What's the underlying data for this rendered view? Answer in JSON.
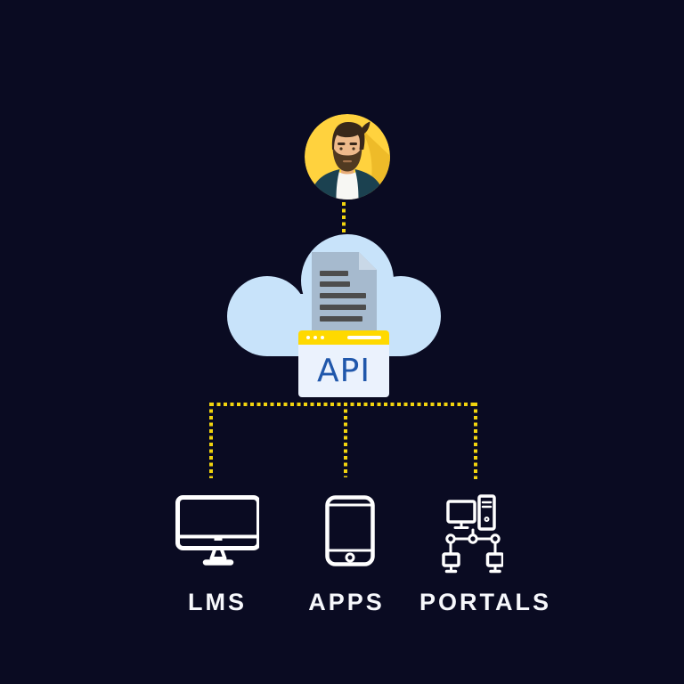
{
  "colors": {
    "background": "#0a0b22",
    "connector_yellow": "#f2d40e",
    "cloud_blue": "#c8e3fa",
    "document_gray_blue": "#a6bace",
    "document_fold": "#c9d8e7",
    "document_line_gray": "#4d4d4d",
    "api_titlebar_yellow": "#ffd900",
    "api_body": "#ebf2fd",
    "api_text_blue": "#2057ab",
    "avatar_yellow": "#ffd23e",
    "icon_white": "#ffffff"
  },
  "user": {
    "icon": "user-avatar"
  },
  "cloud": {
    "icon": "cloud-icon",
    "document_icon": "document-icon"
  },
  "api_window": {
    "label": "API",
    "titlebar_dots": 3,
    "icons": [
      "window-dot-icon",
      "window-dot-icon",
      "window-dot-icon",
      "address-bar-dash"
    ]
  },
  "connectors": {
    "style": "dotted",
    "links": [
      "user-to-cloud",
      "api-to-lms",
      "api-to-apps",
      "api-to-portals"
    ]
  },
  "endpoints": [
    {
      "id": "lms",
      "label": "LMS",
      "icon": "desktop-monitor-icon"
    },
    {
      "id": "apps",
      "label": "APPS",
      "icon": "smartphone-icon"
    },
    {
      "id": "portals",
      "label": "PORTALS",
      "icon": "networked-computers-icon"
    }
  ]
}
